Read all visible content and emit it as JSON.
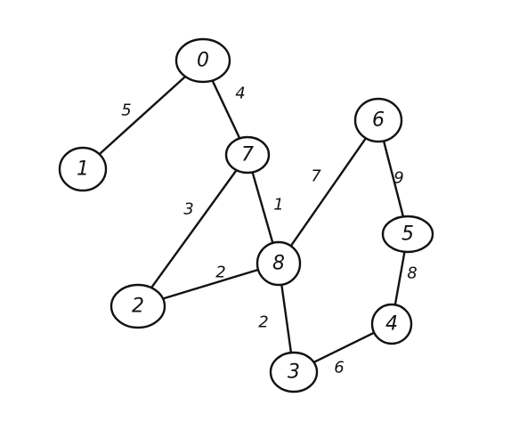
{
  "graph": {
    "nodes": [
      {
        "id": "0",
        "label": "0"
      },
      {
        "id": "1",
        "label": "1"
      },
      {
        "id": "2",
        "label": "2"
      },
      {
        "id": "3",
        "label": "3"
      },
      {
        "id": "4",
        "label": "4"
      },
      {
        "id": "5",
        "label": "5"
      },
      {
        "id": "6",
        "label": "6"
      },
      {
        "id": "7",
        "label": "7"
      },
      {
        "id": "8",
        "label": "8"
      }
    ],
    "edges": [
      {
        "from": "0",
        "to": "1",
        "weight": "5"
      },
      {
        "from": "0",
        "to": "7",
        "weight": "4"
      },
      {
        "from": "7",
        "to": "2",
        "weight": "3"
      },
      {
        "from": "7",
        "to": "8",
        "weight": "1"
      },
      {
        "from": "2",
        "to": "8",
        "weight": "2"
      },
      {
        "from": "8",
        "to": "6",
        "weight": "7"
      },
      {
        "from": "8",
        "to": "3",
        "weight": "2"
      },
      {
        "from": "3",
        "to": "4",
        "weight": "6"
      },
      {
        "from": "4",
        "to": "5",
        "weight": "8"
      },
      {
        "from": "5",
        "to": "6",
        "weight": "9"
      }
    ]
  }
}
